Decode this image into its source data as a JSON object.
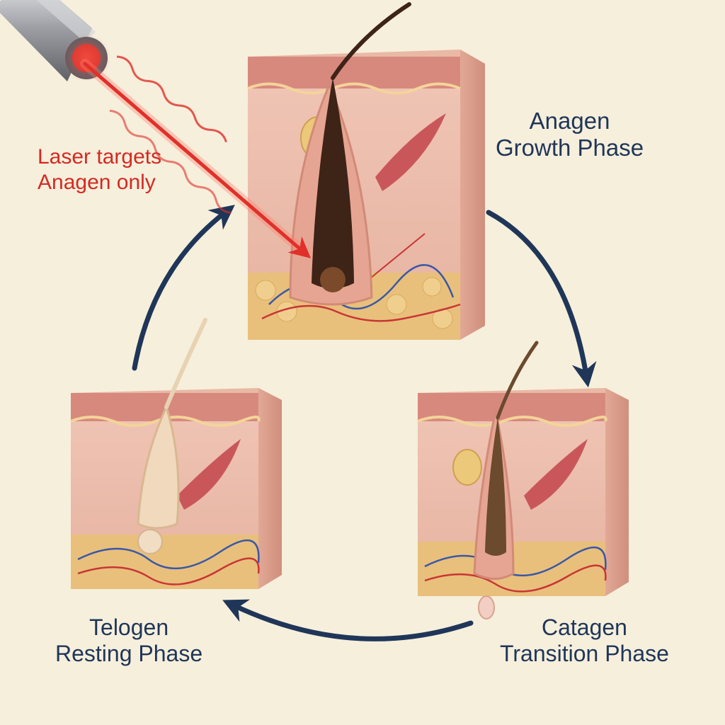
{
  "phases": {
    "anagen": {
      "name": "Anagen",
      "description": "Growth Phase"
    },
    "catagen": {
      "name": "Catagen",
      "description": "Transition Phase"
    },
    "telogen": {
      "name": "Telogen",
      "description": "Resting Phase"
    }
  },
  "laser": {
    "line1": "Laser targets",
    "line2": "Anagen only"
  },
  "colors": {
    "background": "#f6efdc",
    "arrow": "#1f3658",
    "laser": "#e0302a",
    "label_text": "#1f3658",
    "laser_text": "#d42a22"
  }
}
